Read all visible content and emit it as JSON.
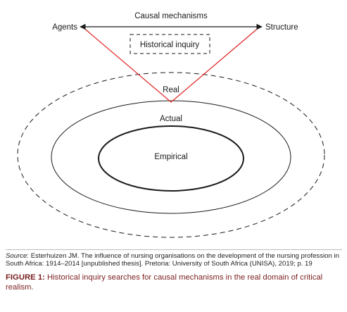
{
  "diagram": {
    "labels": {
      "agents": "Agents",
      "structure": "Structure",
      "causal_mechanisms": "Causal mechanisms",
      "historical_inquiry": "Historical inquiry",
      "real": "Real",
      "actual": "Actual",
      "empirical": "Empirical"
    },
    "colors": {
      "triangle": "#e02020",
      "outline": "#1a1a1a"
    }
  },
  "source": {
    "prefix": "Source",
    "text": ": Esterhuizen JM. The influence of nursing organisations on the development of the nursing profession in South Africa: 1914–2014 [unpublished thesis]. Pretoria: University of South Africa (UNISA), 2019; p. 19"
  },
  "figure_caption": {
    "number": "FIGURE 1:",
    "text": " Historical inquiry searches for causal mechanisms in the real domain of critical realism."
  }
}
